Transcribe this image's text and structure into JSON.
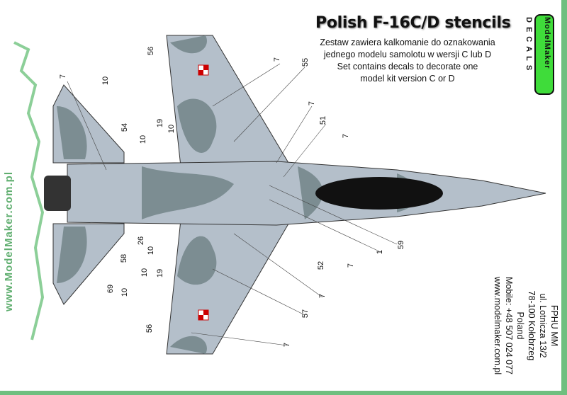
{
  "title": "Polish F-16C/D stencils",
  "description": [
    "Zestaw zawiera kalkomanie do oznakowania",
    "jednego modelu samolotu w wersji C lub D",
    "Set contains decals to decorate one",
    "model kit version C or D"
  ],
  "logo": {
    "top": "ModelMaker",
    "bottom": "DECALS"
  },
  "side_url": "www.ModelMaker.com.pl",
  "address": [
    "FPHU MM",
    "ul. Lotnicza 13/2",
    "78-100 Kołobrzeg",
    "Poland",
    "Mobile: +48 507 024 077",
    "www.modelmaker.com.pl"
  ],
  "callouts": [
    "56",
    "55",
    "7",
    "7",
    "10",
    "19",
    "10",
    "54",
    "10",
    "7",
    "51",
    "7",
    "26",
    "10",
    "58",
    "10",
    "19",
    "10",
    "69",
    "59",
    "1",
    "52",
    "7",
    "7",
    "57",
    "56",
    "7"
  ],
  "colors": {
    "accent": "#6fbf7f",
    "camo_light": "#b4bfca",
    "camo_dark": "#7c8d92",
    "canopy": "#111111",
    "logo_green": "#3fdc3a"
  }
}
